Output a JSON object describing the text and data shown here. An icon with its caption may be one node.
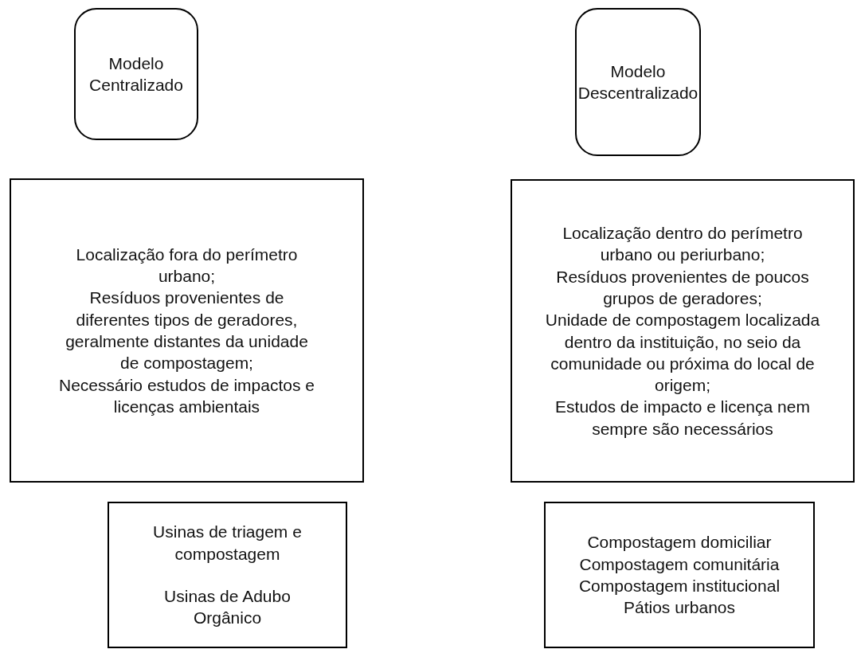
{
  "diagram": {
    "nodes": [
      {
        "text": [
          "Modelo Centralizado"
        ]
      },
      {
        "text": [
          "Modelo Descentralizado"
        ]
      },
      {
        "text": [
          "Localização fora do perímetro urbano;",
          "Resíduos provenientes de diferentes tipos de geradores, geralmente distantes da unidade de compostagem;",
          "Necessário estudos de impactos e licenças ambientais"
        ]
      },
      {
        "text": [
          "Localização dentro do perímetro urbano ou periurbano;",
          "Resíduos provenientes de poucos grupos de geradores;",
          "Unidade de compostagem localizada dentro da instituição, no seio da comunidade ou próxima do local de origem;",
          "Estudos de impacto e licença nem sempre são necessários"
        ]
      },
      {
        "text": [
          "Usinas de triagem e compostagem",
          "Usinas de Adubo Orgânico"
        ]
      },
      {
        "text": [
          "Compostagem domiciliar",
          "Compostagem comunitária",
          "Compostagem institucional",
          "Pátios urbanos"
        ]
      }
    ]
  }
}
